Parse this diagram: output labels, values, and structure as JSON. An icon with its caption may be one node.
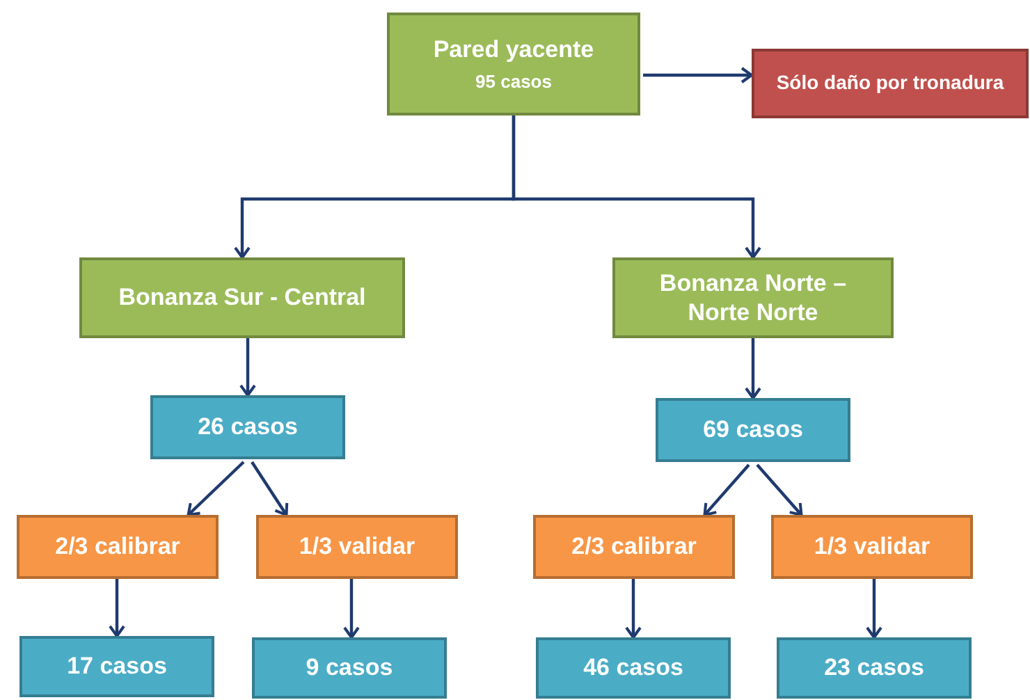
{
  "diagram": {
    "nodes": [
      {
        "text": [
          "Pared yacente",
          "95 casos"
        ]
      },
      {
        "text": [
          "Sólo daño por tronadura"
        ]
      },
      {
        "text": [
          "Bonanza Sur - Central"
        ]
      },
      {
        "text": [
          "Bonanza Norte – Norte Norte"
        ]
      },
      {
        "text": [
          "26 casos"
        ]
      },
      {
        "text": [
          "69 casos"
        ]
      },
      {
        "text": [
          "2/3 calibrar"
        ]
      },
      {
        "text": [
          "1/3 validar"
        ]
      },
      {
        "text": [
          "2/3 calibrar"
        ]
      },
      {
        "text": [
          "1/3 validar"
        ]
      },
      {
        "text": [
          "17 casos"
        ]
      },
      {
        "text": [
          "9 casos"
        ]
      },
      {
        "text": [
          "46 casos"
        ]
      },
      {
        "text": [
          "23 casos"
        ]
      }
    ],
    "edges": [
      {
        "from": 0,
        "to": 1,
        "arrow": "to"
      },
      {
        "from": 0,
        "to": 2,
        "arrow": "to"
      },
      {
        "from": 0,
        "to": 3,
        "arrow": "to"
      },
      {
        "from": 2,
        "to": 4,
        "arrow": "to"
      },
      {
        "from": 3,
        "to": 5,
        "arrow": "to"
      },
      {
        "from": 4,
        "to": 6,
        "arrow": "to"
      },
      {
        "from": 4,
        "to": 7,
        "arrow": "to"
      },
      {
        "from": 5,
        "to": 8,
        "arrow": "to"
      },
      {
        "from": 5,
        "to": 9,
        "arrow": "to"
      },
      {
        "from": 6,
        "to": 10,
        "arrow": "to"
      },
      {
        "from": 7,
        "to": 11,
        "arrow": "to"
      },
      {
        "from": 8,
        "to": 12,
        "arrow": "to"
      },
      {
        "from": 9,
        "to": 13,
        "arrow": "to"
      }
    ]
  }
}
